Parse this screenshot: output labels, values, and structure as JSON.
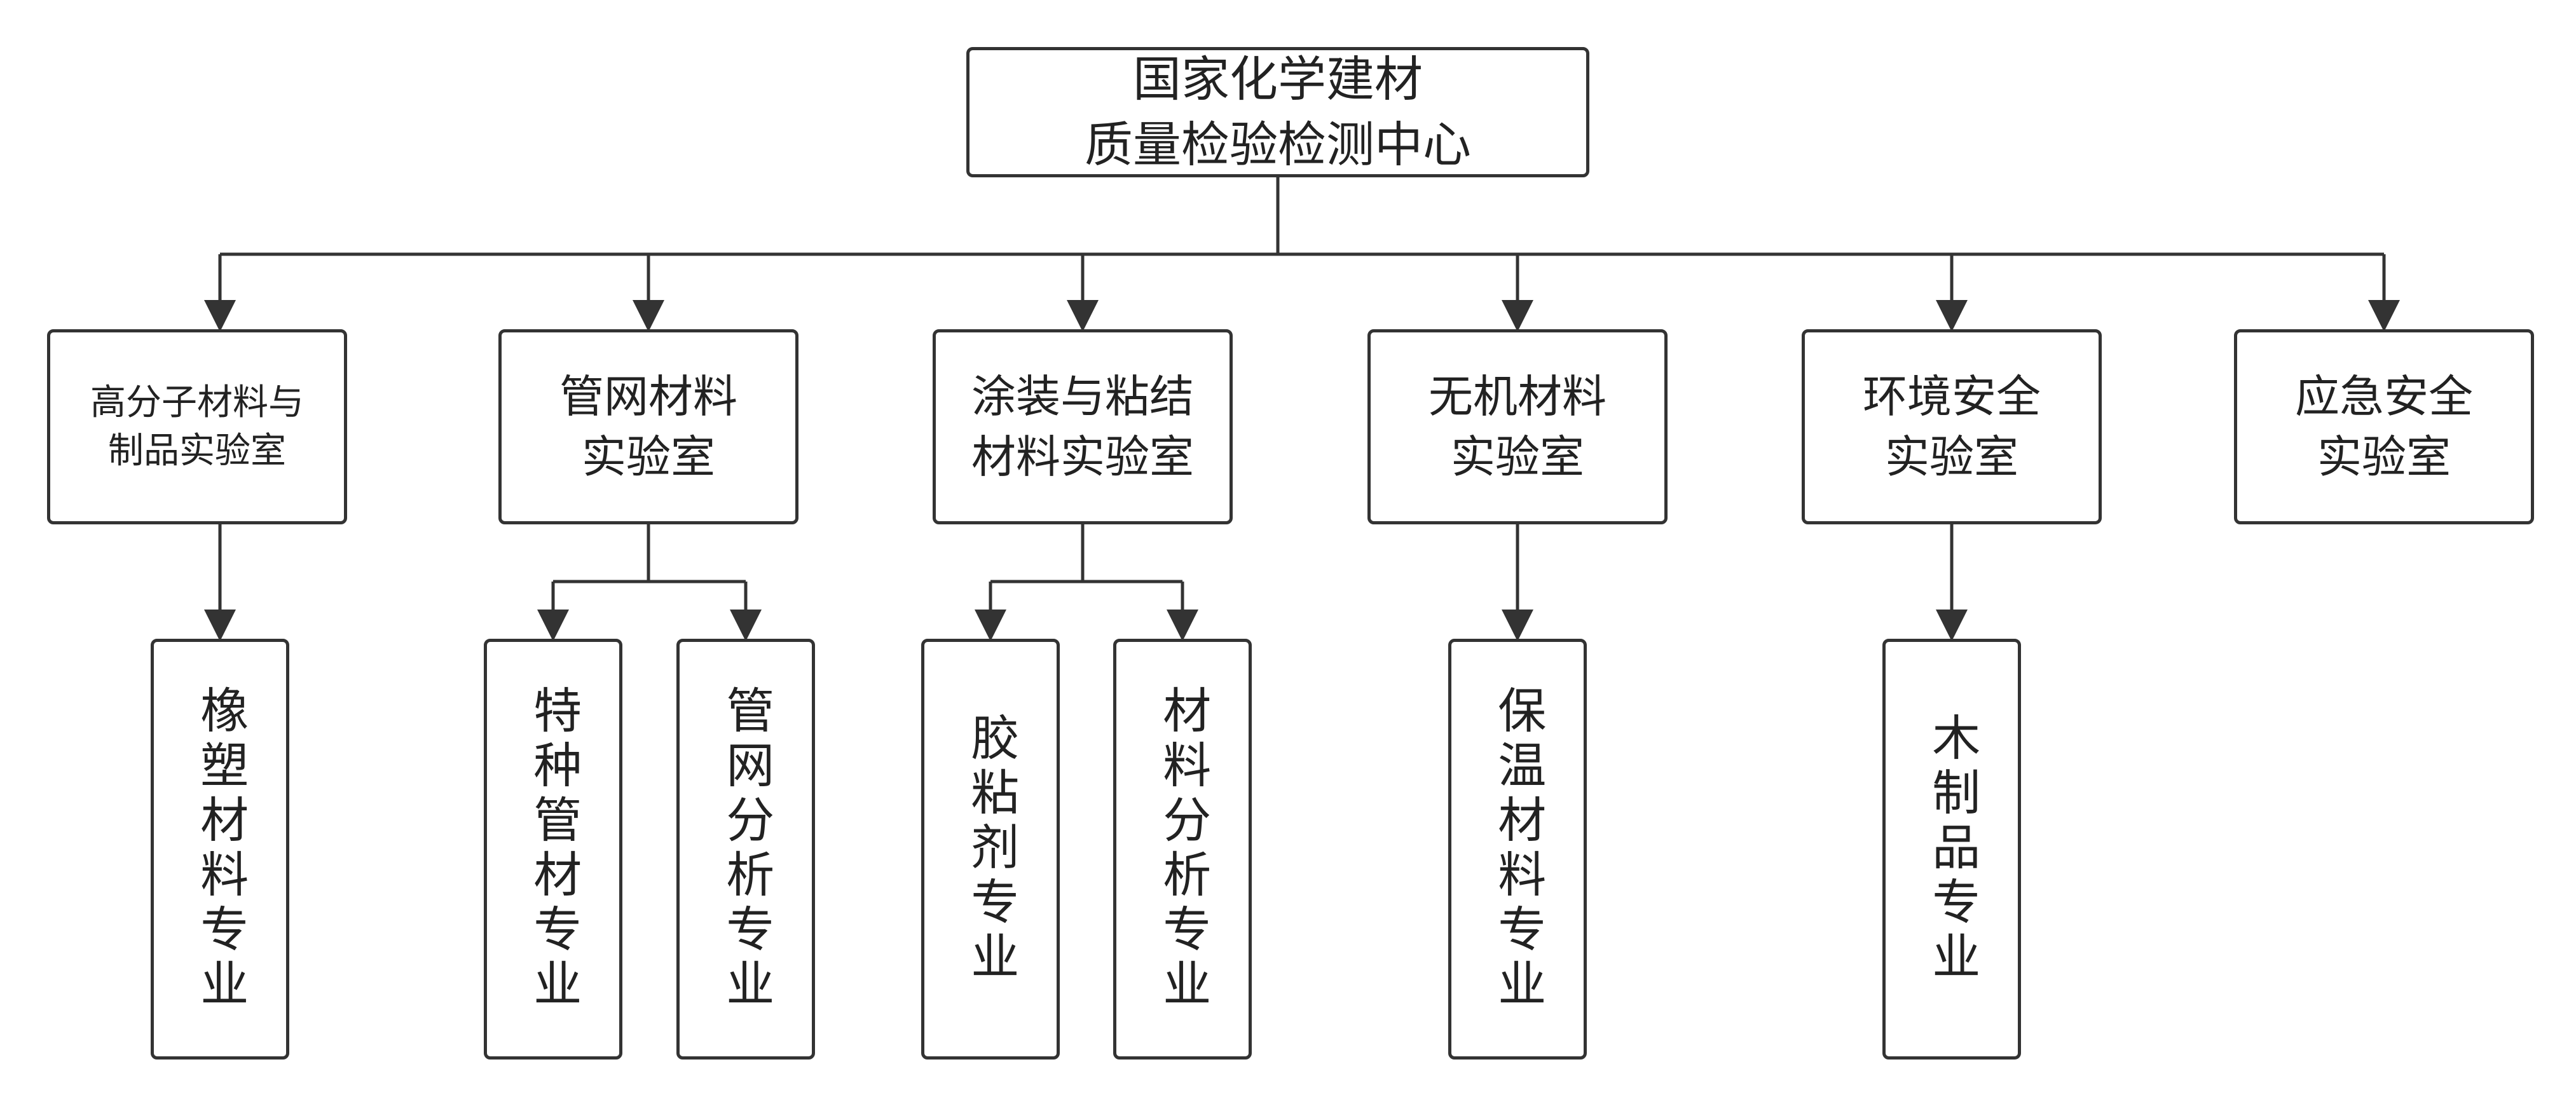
{
  "diagram": {
    "root": {
      "line1": "国家化学建材",
      "line2": "质量检验检测中心"
    },
    "labs": [
      {
        "line1": "高分子材料与制品实验室",
        "line2": ""
      },
      {
        "line1": "管网材料",
        "line2": "实验室"
      },
      {
        "line1": "涂装与粘结",
        "line2": "材料实验室"
      },
      {
        "line1": "无机材料",
        "line2": "实验室"
      },
      {
        "line1": "环境安全",
        "line2": "实验室"
      },
      {
        "line1": "应急安全",
        "line2": "实验室"
      }
    ],
    "specialties": [
      "橡塑材料专业",
      "特种管材专业",
      "管网分析专业",
      "胶粘剂专业",
      "材料分析专业",
      "保温材料专业",
      "木制品专业"
    ]
  }
}
